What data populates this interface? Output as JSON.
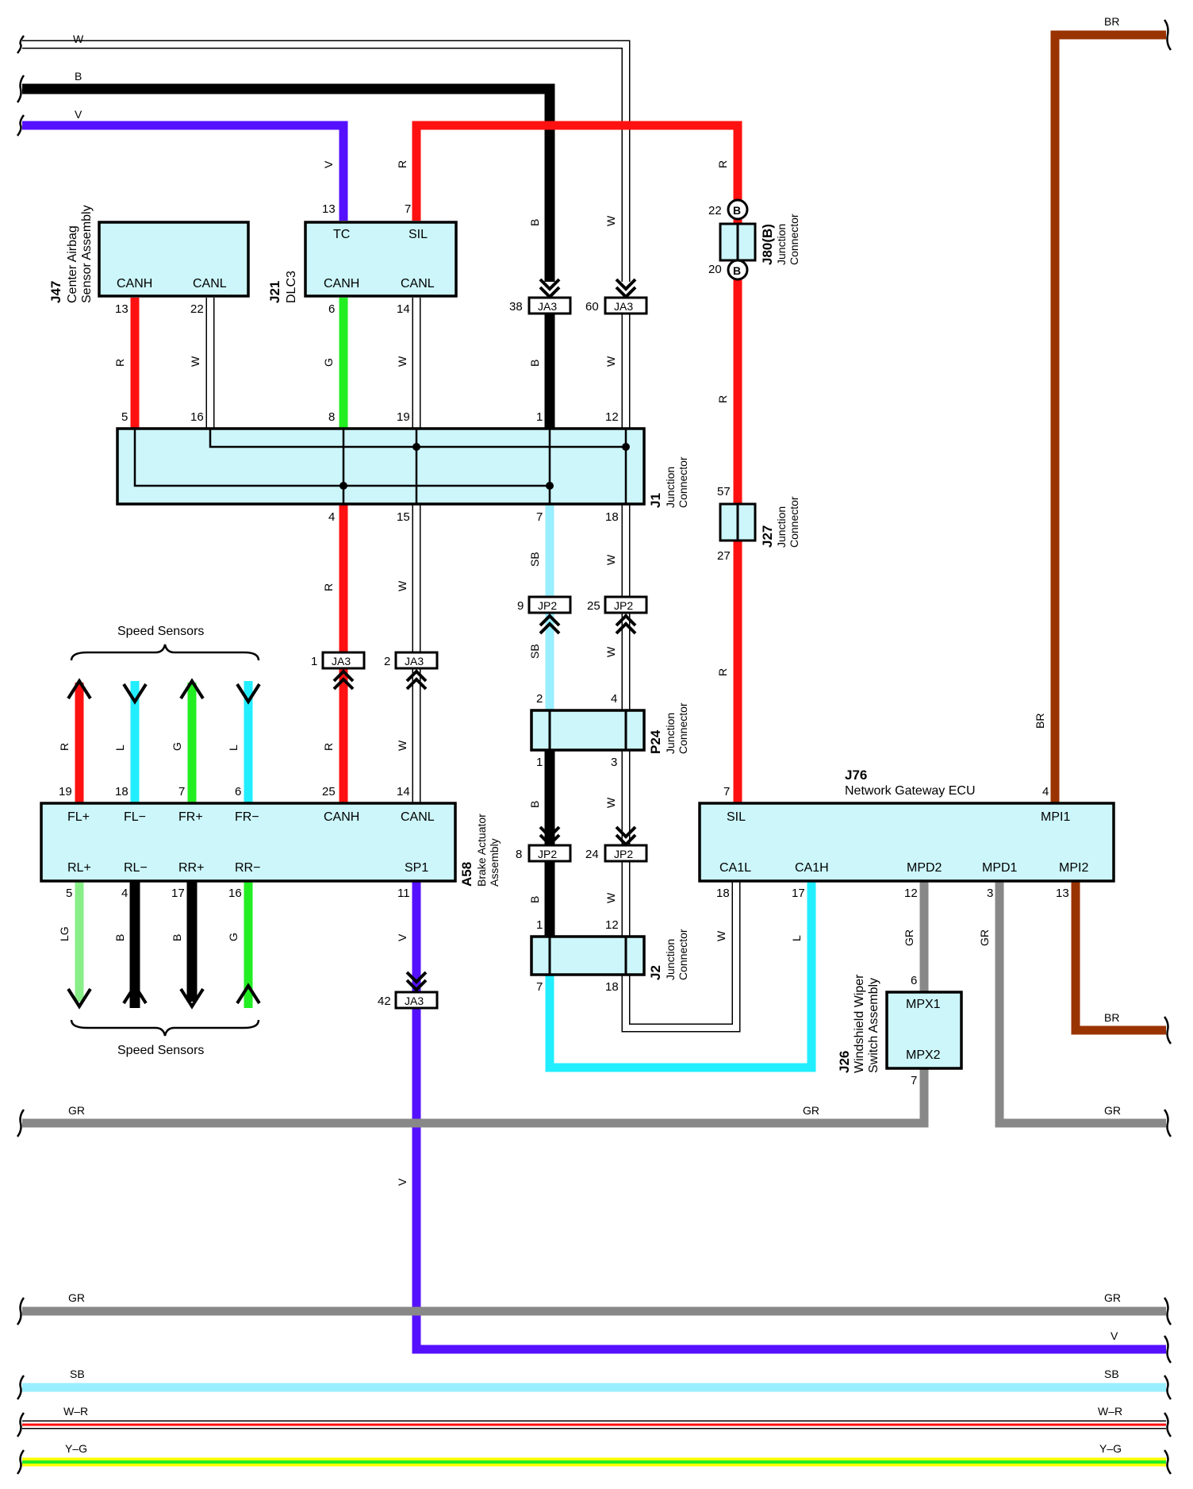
{
  "colors": {
    "W": "#ffffff",
    "B": "#000000",
    "V": "#5511ff",
    "R": "#ff1111",
    "BR": "#993300",
    "G": "#22ee22",
    "SB": "#99eeff",
    "L": "#22eeff",
    "LG": "#88ee88",
    "GR": "#888888",
    "YELLOW": "#ffff00",
    "box_fill": "#ccf6fa"
  },
  "wire_codes": {
    "w": "W",
    "b": "B",
    "v": "V",
    "br": "BR",
    "r": "R",
    "g": "G",
    "sb": "SB",
    "l": "L",
    "lg": "LG",
    "gr": "GR",
    "wr": "W–R",
    "yg": "Y–G"
  },
  "components": {
    "j47": {
      "id": "J47",
      "name1": "Center Airbag",
      "name2": "Sensor Assembly",
      "p1": "CANH",
      "p2": "CANL",
      "n1": "13",
      "n2": "22"
    },
    "j21": {
      "id": "J21",
      "name1": "DLC3",
      "tc": "TC",
      "sil": "SIL",
      "p1": "CANH",
      "p2": "CANL",
      "ntc": "13",
      "nsil": "7",
      "n1": "6",
      "n2": "14"
    },
    "j1": {
      "id": "J1",
      "name1": "Junction",
      "name2": "Connector",
      "top": [
        "5",
        "16",
        "8",
        "19",
        "1",
        "12"
      ],
      "bottom": [
        "4",
        "15",
        "7",
        "18"
      ]
    },
    "j80": {
      "id": "J80(B)",
      "name1": "Junction",
      "name2": "Connector",
      "b": "B",
      "n1": "22",
      "n2": "20"
    },
    "j27": {
      "id": "J27",
      "name1": "Junction",
      "name2": "Connector",
      "n1": "57",
      "n2": "27"
    },
    "p24": {
      "id": "P24",
      "name1": "Junction",
      "name2": "Connector",
      "n": [
        "2",
        "4",
        "1",
        "3"
      ]
    },
    "j2": {
      "id": "J2",
      "name1": "Junction",
      "name2": "Connector",
      "n": [
        "1",
        "12",
        "7",
        "18"
      ]
    },
    "a58": {
      "id": "A58",
      "name1": "Brake Actuator",
      "name2": "Assembly",
      "top": [
        "FL+",
        "FL−",
        "FR+",
        "FR−",
        "CANH",
        "CANL"
      ],
      "topn": [
        "19",
        "18",
        "7",
        "6",
        "25",
        "14"
      ],
      "bottom": [
        "RL+",
        "RL−",
        "RR+",
        "RR−",
        "SP1"
      ],
      "bottomn": [
        "5",
        "4",
        "17",
        "16",
        "11"
      ]
    },
    "j76": {
      "id": "J76",
      "name1": "Network Gateway ECU",
      "top": [
        "SIL",
        "MPI1"
      ],
      "topn": [
        "7",
        "4"
      ],
      "bottom": [
        "CA1L",
        "CA1H",
        "MPD2",
        "MPD1",
        "MPI2"
      ],
      "bottomn": [
        "18",
        "17",
        "12",
        "3",
        "13"
      ]
    },
    "j26": {
      "id": "J26",
      "name1": "Windshield Wiper",
      "name2": "Switch Assembly",
      "p1": "MPX1",
      "p2": "MPX2",
      "n1": "6",
      "n2": "7"
    }
  },
  "connectors": {
    "ja3": "JA3",
    "jp2": "JP2",
    "ja3_pins": [
      "38",
      "60",
      "1",
      "2",
      "42"
    ],
    "jp2_pins": [
      "9",
      "25",
      "8",
      "24"
    ]
  },
  "speed_sensors": "Speed Sensors"
}
